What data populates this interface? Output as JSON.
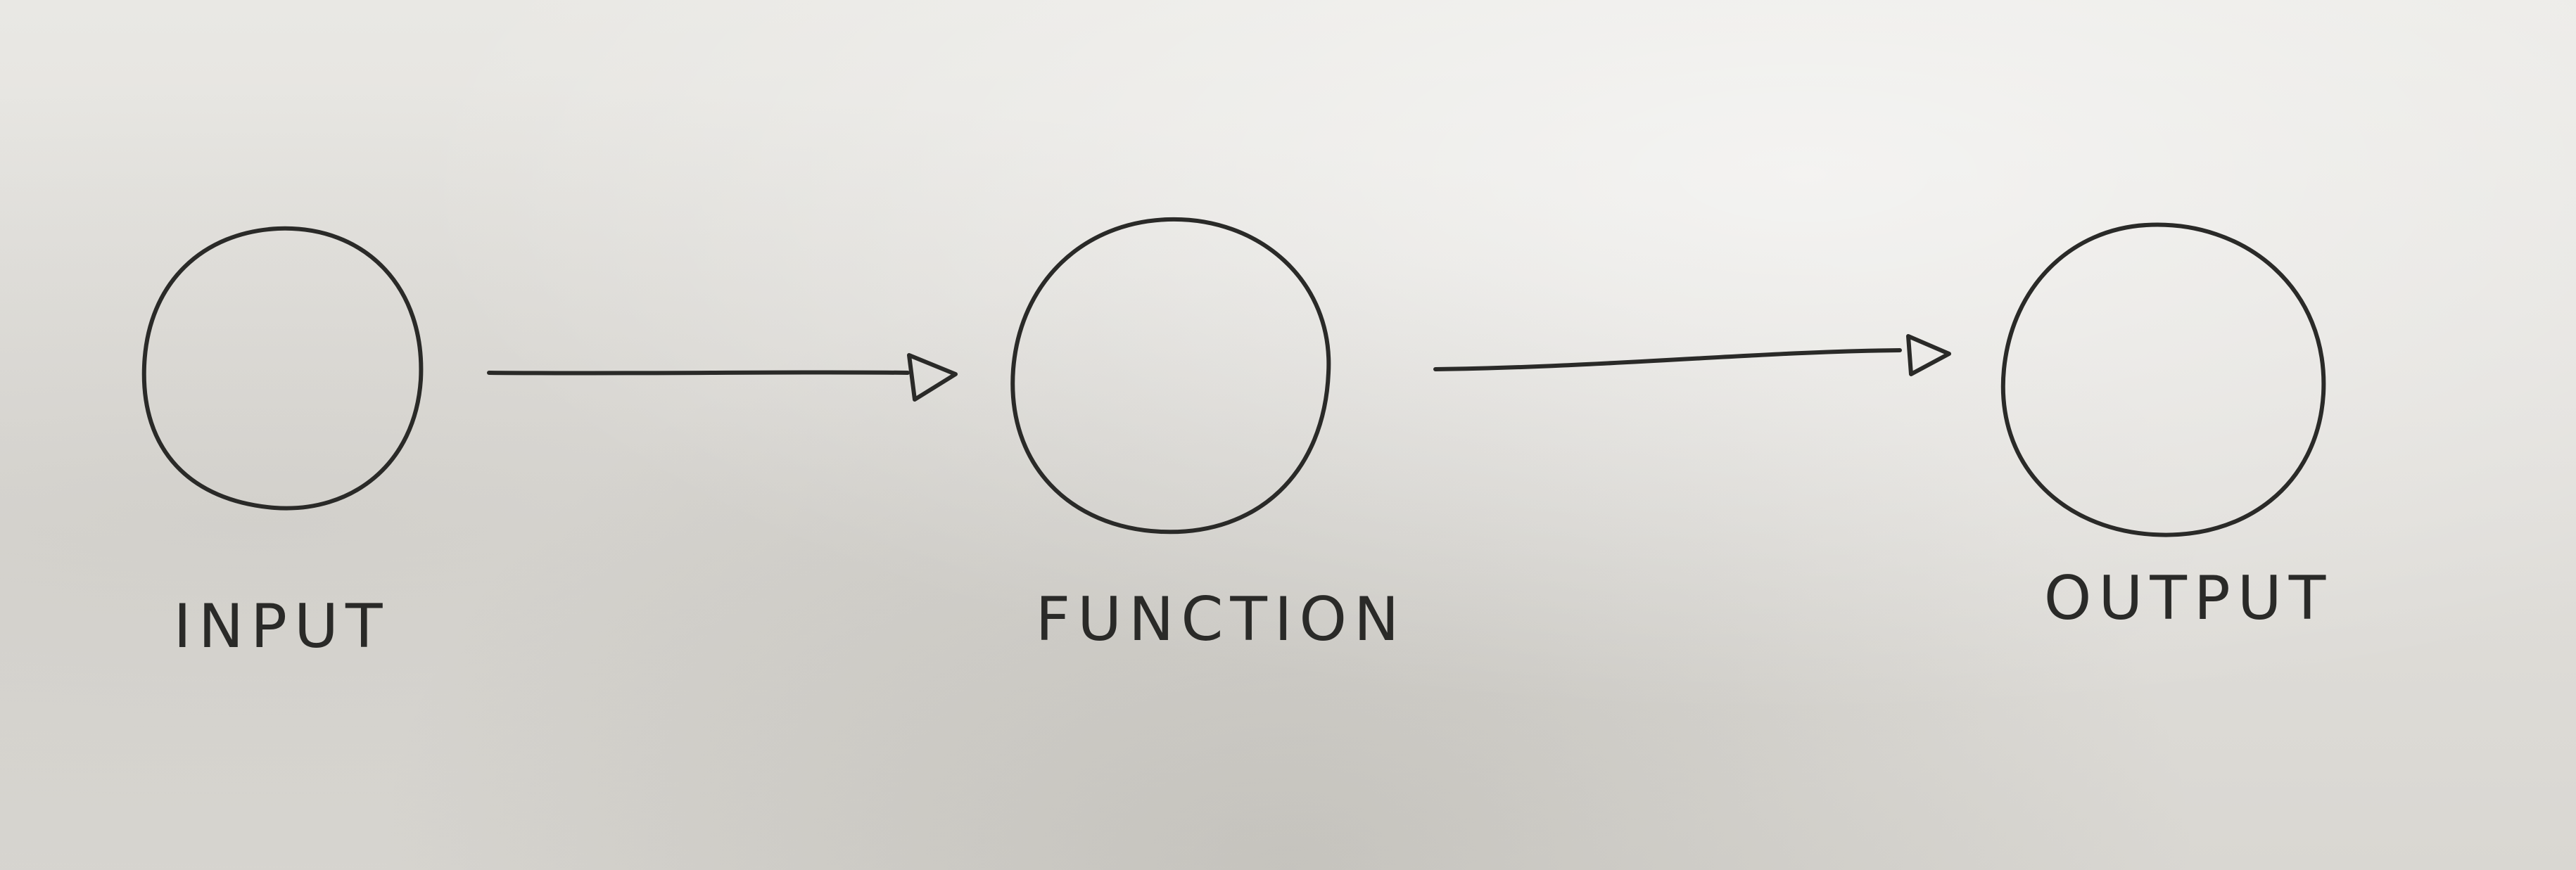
{
  "nodes": [
    {
      "id": "input",
      "label": "INPUT"
    },
    {
      "id": "function",
      "label": "FUNCTION"
    },
    {
      "id": "output",
      "label": "OUTPUT"
    }
  ],
  "edges": [
    {
      "from": "input",
      "to": "function"
    },
    {
      "from": "function",
      "to": "output"
    }
  ],
  "colors": {
    "ink": "#2a2a28",
    "paper": "#e6e4e0"
  }
}
